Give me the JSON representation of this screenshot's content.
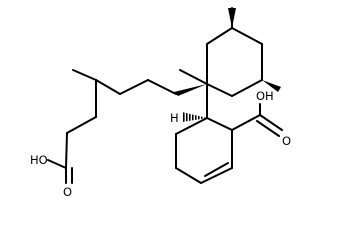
{
  "molecule": {
    "atom_labels": {
      "hydroxyl_left": "HO",
      "carbonyl_left": "O",
      "hydroxyl_right": "OH",
      "carbonyl_right": "O",
      "stereo_hydrogen": "H"
    }
  }
}
